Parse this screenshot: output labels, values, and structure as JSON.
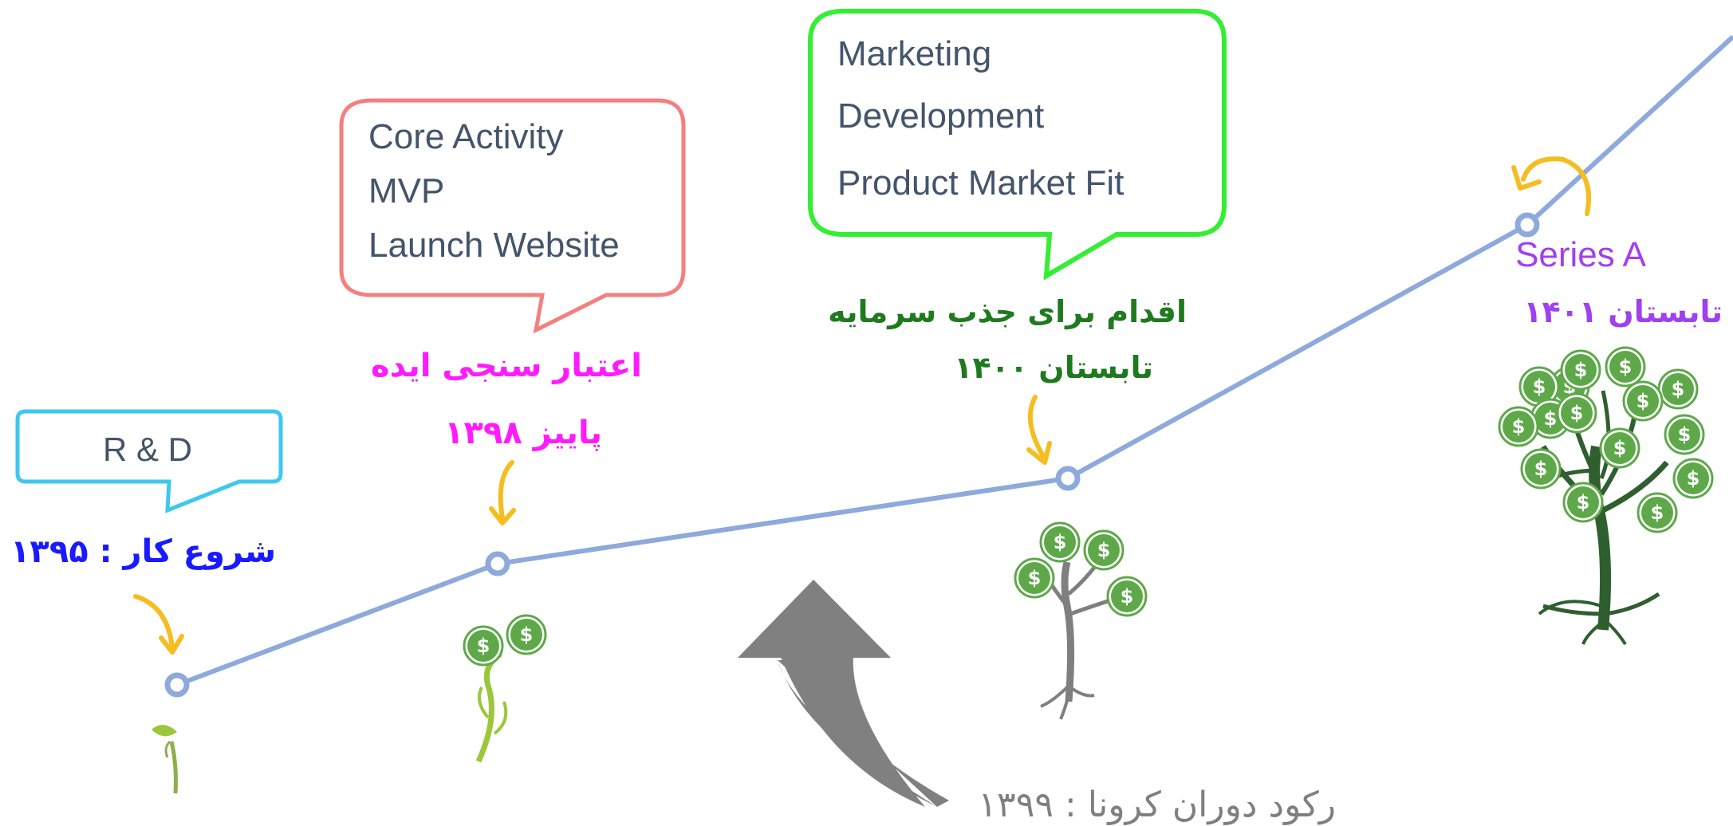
{
  "milestones": [
    {
      "bubble_lines": [
        "R & D"
      ],
      "label_line1": "شروع کار : ۱۳۹۵",
      "label_line2": "",
      "colors": {
        "bubble": "#3cc8f0",
        "label": "#1a1aff"
      },
      "plant_icon": "sprout-icon"
    },
    {
      "bubble_lines": [
        "Core Activity",
        "MVP",
        "Launch Website"
      ],
      "label_line1": "اعتبار سنجی ایده",
      "label_line2": "پاییز ۱۳۹۸",
      "colors": {
        "bubble": "#f47f7f",
        "label": "#ff1aff"
      },
      "plant_icon": "seedling-dollar-icon"
    },
    {
      "bubble_lines": [
        "Marketing",
        "Development",
        "Product Market Fit"
      ],
      "label_line1": "اقدام برای جذب سرمایه",
      "label_line2": "تابستان ۱۴۰۰",
      "colors": {
        "bubble": "#33ee33",
        "label": "#1f7a1f"
      },
      "plant_icon": "young-tree-dollar-icon"
    },
    {
      "bubble_lines": [],
      "label_line1": "Series A",
      "label_line2": "تابستان ۱۴۰۱",
      "colors": {
        "bubble": "",
        "label": "#a040f0"
      },
      "plant_icon": "money-tree-icon"
    }
  ],
  "covid_note": "رکود دوران کرونا : ۱۳۹۹",
  "colors": {
    "line": "#8ea9db",
    "arrow": "#f5bd1f",
    "grey_arrow": "#808080",
    "leaf": "#6ab04c",
    "coin": "#5ea84a"
  }
}
